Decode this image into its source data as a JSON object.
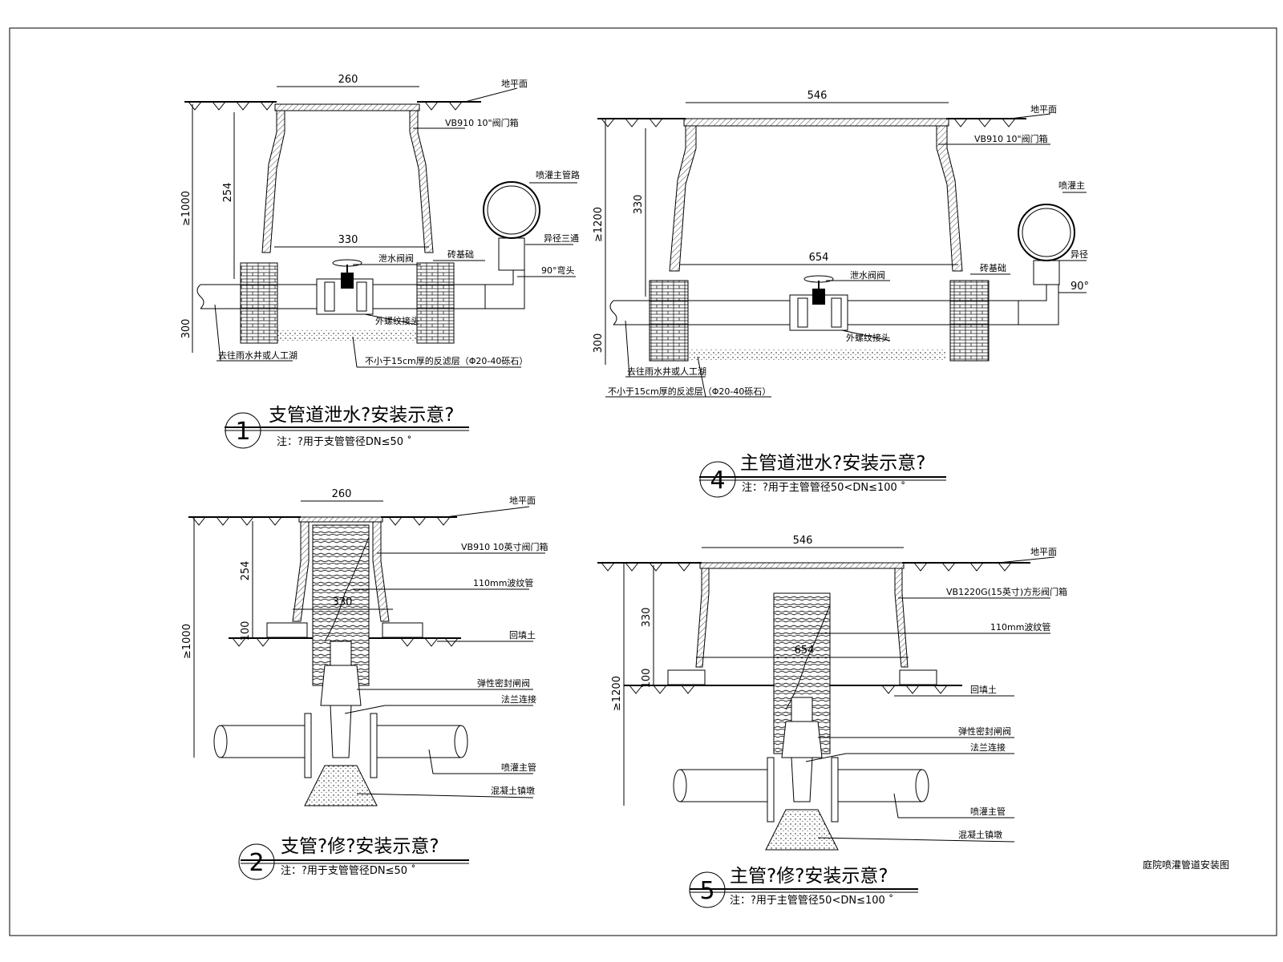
{
  "drawing_title": "庭院喷灌管道安装图",
  "details": [
    {
      "id": "d1",
      "number": "1",
      "title": "支管道泄水?安装示意?",
      "note": "注：?用于支管管径DN≤50 ˚",
      "labels": {
        "ground": "地平面",
        "box": "VB910 10\"阀门箱",
        "main": "喷灌主管路",
        "reducer": "异径三通",
        "elbow": "90°弯头",
        "brick": "砖基础",
        "valve": "泄水阀阀",
        "thread": "外螺纹接头",
        "drain": "去往雨水井或人工湖",
        "gravel": "不小于15cm厚的反滤层（Φ20-40砾石）"
      },
      "dims": {
        "top": "260",
        "mid": "330",
        "depth": "254",
        "total": "≥1000",
        "below": "300"
      }
    },
    {
      "id": "d4",
      "number": "4",
      "title": "主管道泄水?安装示意?",
      "note": "注：?用于主管管径50<DN≤100 ˚",
      "labels": {
        "ground": "地平面",
        "box": "VB910 10\"阀门箱",
        "main": "喷灌主",
        "reducer": "异径",
        "elbow": "90°",
        "brick": "砖基础",
        "valve": "泄水阀阀",
        "thread": "外螺纹接头",
        "drain": "去往雨水井或人工湖",
        "gravel": "不小于15cm厚的反滤层（Φ20-40砾石）"
      },
      "dims": {
        "top": "546",
        "mid": "654",
        "depth": "330",
        "total": "≥1200",
        "below": "300"
      }
    },
    {
      "id": "d2",
      "number": "2",
      "title": "支管?修?安装示意?",
      "note": "注：?用于支管管径DN≤50 ˚",
      "labels": {
        "ground": "地平面",
        "box": "VB910 10英寸阀门箱",
        "pipe": "110mm波纹管",
        "fill": "回填土",
        "valve": "弹性密封闸阀",
        "flange": "法兰连接",
        "main": "喷灌主管",
        "pier": "混凝土镇墩"
      },
      "dims": {
        "top": "260",
        "mid": "330",
        "depth": "254",
        "total": "≥1000",
        "base": "100"
      }
    },
    {
      "id": "d5",
      "number": "5",
      "title": "主管?修?安装示意?",
      "note": "注：?用于主管管径50<DN≤100 ˚",
      "labels": {
        "ground": "地平面",
        "box": "VB1220G(15英寸)方形阀门箱",
        "pipe": "110mm波纹管",
        "fill": "回填土",
        "valve": "弹性密封闸阀",
        "flange": "法兰连接",
        "main": "喷灌主管",
        "pier": "混凝土镇墩"
      },
      "dims": {
        "top": "546",
        "mid": "654",
        "depth": "330",
        "total": "≥1200",
        "base": "100"
      }
    }
  ]
}
